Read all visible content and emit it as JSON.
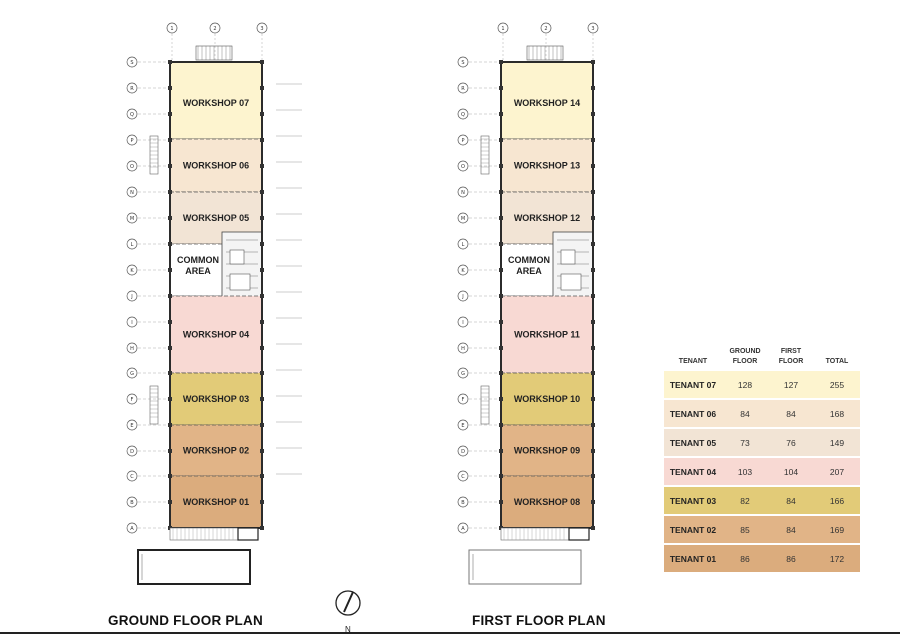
{
  "colors": {
    "workshop_07": "#fdf4cf",
    "workshop_06": "#f7e6d1",
    "workshop_05": "#f2e4d5",
    "workshop_04": "#f8d9d3",
    "workshop_03": "#e2cb78",
    "workshop_02": "#e1b487",
    "workshop_01": "#dbac7d",
    "common_area": "#ffffff",
    "wall": "#2b2b2b"
  },
  "grid": {
    "columns": [
      "1",
      "2",
      "3"
    ],
    "rows": [
      "S",
      "R",
      "Q",
      "P",
      "O",
      "N",
      "M",
      "L",
      "K",
      "J",
      "I",
      "H",
      "G",
      "F",
      "E",
      "D",
      "C",
      "B",
      "A"
    ]
  },
  "ground_floor": {
    "title": "GROUND FLOOR PLAN",
    "rooms": [
      {
        "label": "WORKSHOP 07",
        "color_key": "workshop_07"
      },
      {
        "label": "WORKSHOP 06",
        "color_key": "workshop_06"
      },
      {
        "label": "WORKSHOP 05",
        "color_key": "workshop_05"
      },
      {
        "label": "COMMON AREA",
        "line1": "COMMON",
        "line2": "AREA",
        "color_key": "common_area"
      },
      {
        "label": "WORKSHOP 04",
        "color_key": "workshop_04"
      },
      {
        "label": "WORKSHOP 03",
        "color_key": "workshop_03"
      },
      {
        "label": "WORKSHOP 02",
        "color_key": "workshop_02"
      },
      {
        "label": "WORKSHOP 01",
        "color_key": "workshop_01"
      }
    ]
  },
  "first_floor": {
    "title": "FIRST FLOOR PLAN",
    "rooms": [
      {
        "label": "WORKSHOP 14",
        "color_key": "workshop_07"
      },
      {
        "label": "WORKSHOP 13",
        "color_key": "workshop_06"
      },
      {
        "label": "WORKSHOP 12",
        "color_key": "workshop_05"
      },
      {
        "label": "COMMON AREA",
        "line1": "COMMON",
        "line2": "AREA",
        "color_key": "common_area"
      },
      {
        "label": "WORKSHOP 11",
        "color_key": "workshop_04"
      },
      {
        "label": "WORKSHOP 10",
        "color_key": "workshop_03"
      },
      {
        "label": "WORKSHOP 09",
        "color_key": "workshop_02"
      },
      {
        "label": "WORKSHOP 08",
        "color_key": "workshop_01"
      }
    ]
  },
  "north_arrow": {
    "label": "N"
  },
  "tenant_table": {
    "headers": {
      "tenant": "TENANT",
      "ground_line1": "GROUND",
      "ground_line2": "FLOOR",
      "first_line1": "FIRST",
      "first_line2": "FLOOR",
      "total": "TOTAL"
    },
    "rows": [
      {
        "tenant": "TENANT 07",
        "ground": "128",
        "first": "127",
        "total": "255",
        "color": "#fdf4cf"
      },
      {
        "tenant": "TENANT 06",
        "ground": "84",
        "first": "84",
        "total": "168",
        "color": "#f7e6d1"
      },
      {
        "tenant": "TENANT 05",
        "ground": "73",
        "first": "76",
        "total": "149",
        "color": "#f2e4d5"
      },
      {
        "tenant": "TENANT 04",
        "ground": "103",
        "first": "104",
        "total": "207",
        "color": "#f8d9d3"
      },
      {
        "tenant": "TENANT 03",
        "ground": "82",
        "first": "84",
        "total": "166",
        "color": "#e2cb78"
      },
      {
        "tenant": "TENANT 02",
        "ground": "85",
        "first": "84",
        "total": "169",
        "color": "#e1b487"
      },
      {
        "tenant": "TENANT 01",
        "ground": "86",
        "first": "86",
        "total": "172",
        "color": "#dbac7d"
      }
    ]
  }
}
